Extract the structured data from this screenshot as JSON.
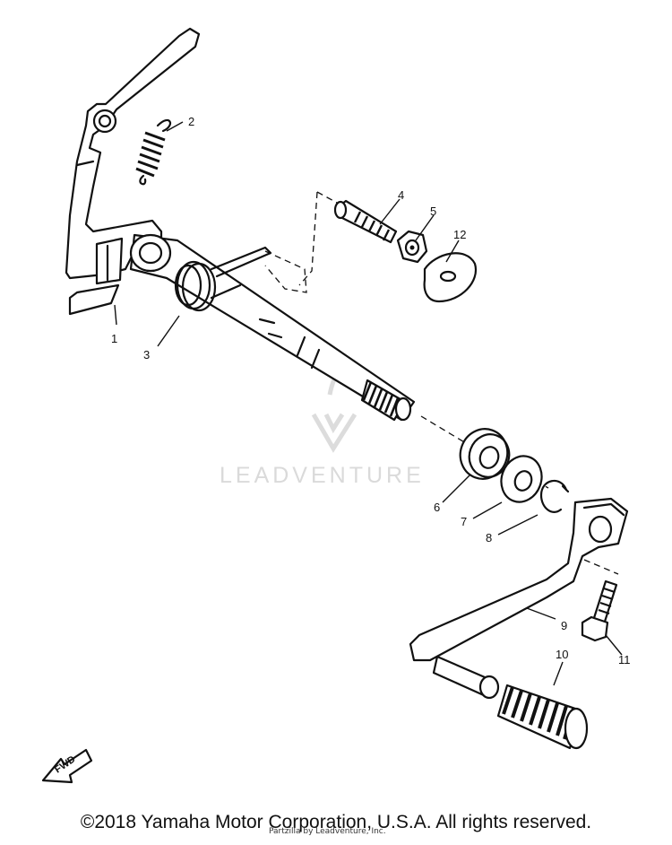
{
  "watermark": {
    "text": "LEADVENTURE"
  },
  "callouts": [
    "1",
    "2",
    "3",
    "4",
    "5",
    "12",
    "6",
    "7",
    "8",
    "9",
    "10",
    "11"
  ],
  "front_marker": {
    "text": "FWD"
  },
  "footer": {
    "copyright": "©2018 Yamaha Motor Corporation, U.S.A. All rights reserved.",
    "caption": "Partzilla by Leadventure, Inc."
  }
}
